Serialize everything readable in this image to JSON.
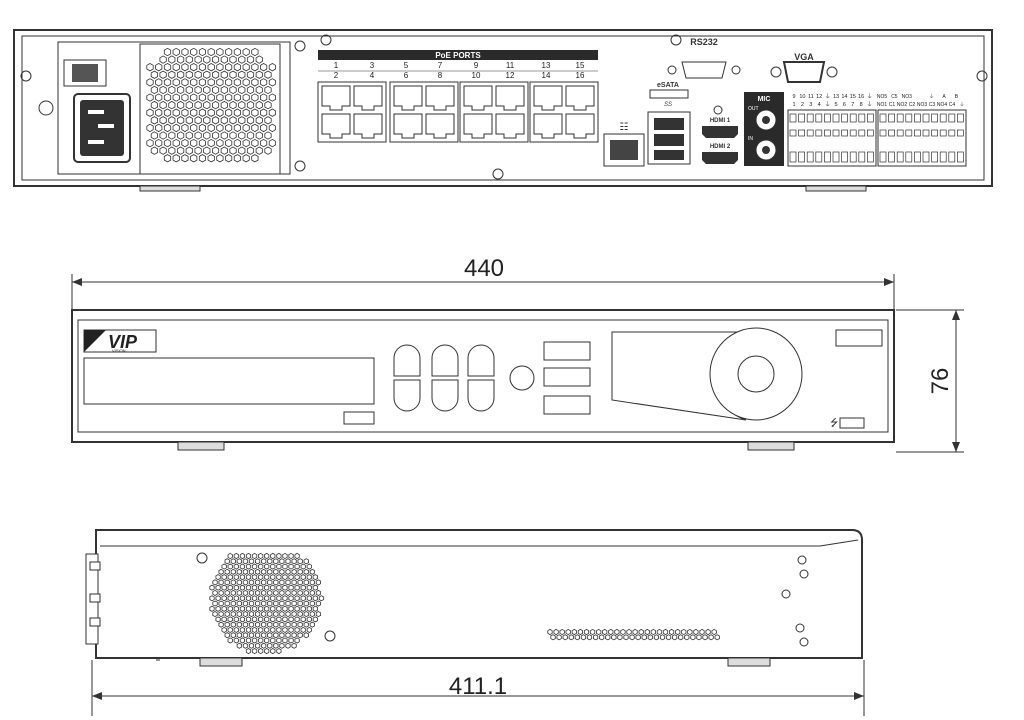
{
  "rear_panel": {
    "poe_title": "PoE PORTS",
    "poe_top_numbers": [
      "1",
      "3",
      "5",
      "7",
      "9",
      "11",
      "13",
      "15"
    ],
    "poe_bottom_numbers": [
      "2",
      "4",
      "6",
      "8",
      "10",
      "12",
      "14",
      "16"
    ],
    "rs232_label": "RS232",
    "vga_label": "VGA",
    "esata_label": "eSATA",
    "usb3_label": "SS",
    "hdmi1_label": "HDMI 1",
    "hdmi2_label": "HDMI 2",
    "mic_label": "MIC",
    "mic_out_label": "OUT",
    "mic_in_label": "IN",
    "alarm_in_top": [
      "9",
      "10",
      "11",
      "12",
      "⏚",
      "13",
      "14",
      "15",
      "16",
      "⏚"
    ],
    "alarm_in_bottom": [
      "1",
      "2",
      "3",
      "4",
      "⏚",
      "5",
      "6",
      "7",
      "8",
      "⏚"
    ],
    "relay_top": [
      "NO5",
      "C5",
      "NO3",
      "",
      "⏚",
      "A",
      "B"
    ],
    "relay_bottom": [
      "NO1",
      "C1",
      "NO2",
      "C2",
      "NO3",
      "C3",
      "NO4",
      "C4",
      "⏚"
    ]
  },
  "front_panel": {
    "logo_text": "VIP",
    "logo_subtext": "VISION",
    "usb_symbol": "⭍"
  },
  "dimensions": {
    "width": "440",
    "height": "76",
    "depth": "411.1"
  },
  "colors": {
    "line": "#333333",
    "dark": "#2a2a2a"
  }
}
